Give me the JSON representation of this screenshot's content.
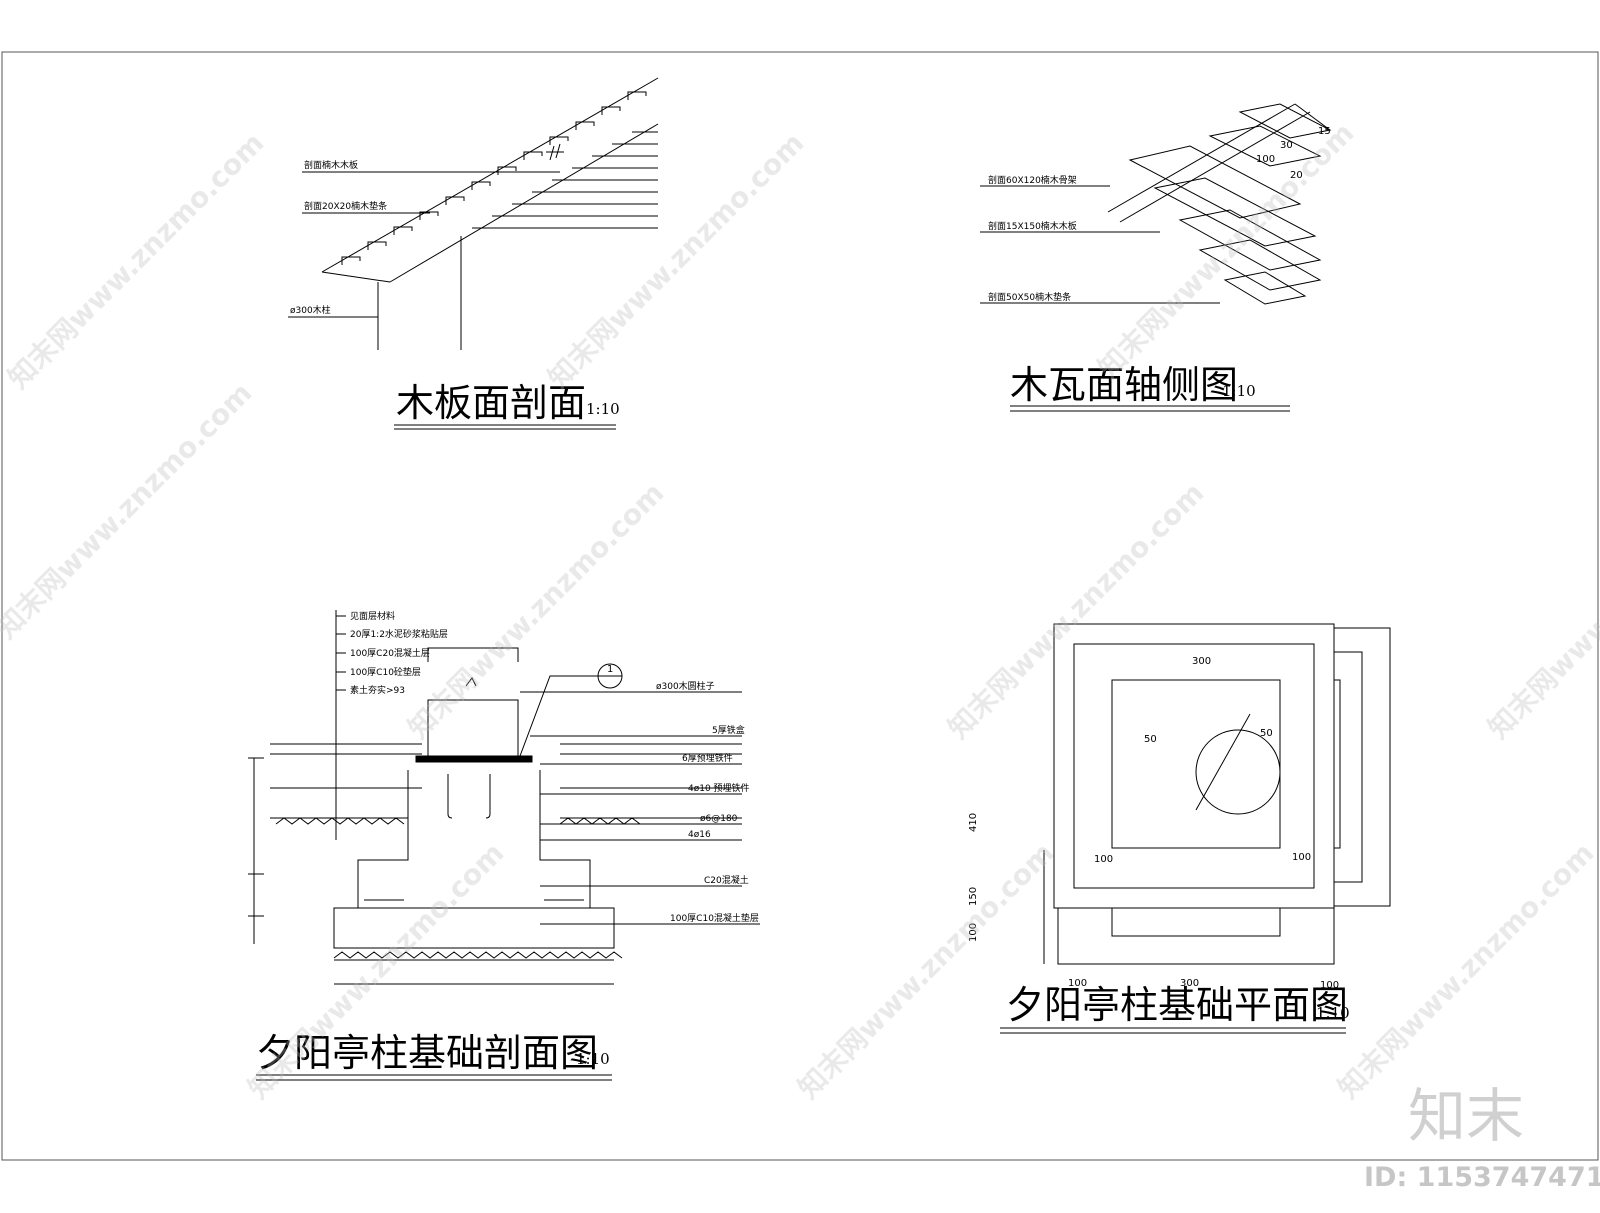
{
  "drawings": {
    "board_section": {
      "title": "木板面剖面",
      "scale": "1:10",
      "notes": [
        "剖面楠木木板",
        "剖面20X20楠木垫条",
        "ø300木柱"
      ]
    },
    "tile_axonometric": {
      "title": "木瓦面轴侧图",
      "scale": "1:10",
      "notes": [
        "剖面60X120楠木骨架",
        "剖面15X150楠木木板",
        "剖面50X50楠木垫条"
      ],
      "dims": [
        "100",
        "30",
        "20",
        "15"
      ]
    },
    "base_section": {
      "title": "夕阳亭柱基础剖面图",
      "scale": "1:10",
      "layers": [
        "见面层材料",
        "20厚1:2水泥砂浆粘贴层",
        "100厚C20混凝土层",
        "100厚C10砼垫层",
        "素土夯实>93"
      ],
      "notes": [
        "ø300木圆柱子",
        "5厚铁盒",
        "6厚预埋铁件",
        "4ø10 预埋铁件",
        "ø6@180",
        "4ø16",
        "C20混凝土",
        "100厚C10混凝土垫层"
      ],
      "marker": "1"
    },
    "base_plan": {
      "title": "夕阳亭柱基础平面图",
      "scale": "1:10",
      "dims": {
        "top": "300",
        "r_left": "50",
        "r_right": "50",
        "bl": "100",
        "br": "100",
        "left_410": "410",
        "left_150": "150",
        "left_100": "100",
        "bottom_left": "100",
        "bottom_mid": "300",
        "bottom_right": "100"
      }
    }
  },
  "watermarks": {
    "site": "知末网www.znzmo.com",
    "brand": "知末",
    "id": "ID: 1153747471"
  }
}
